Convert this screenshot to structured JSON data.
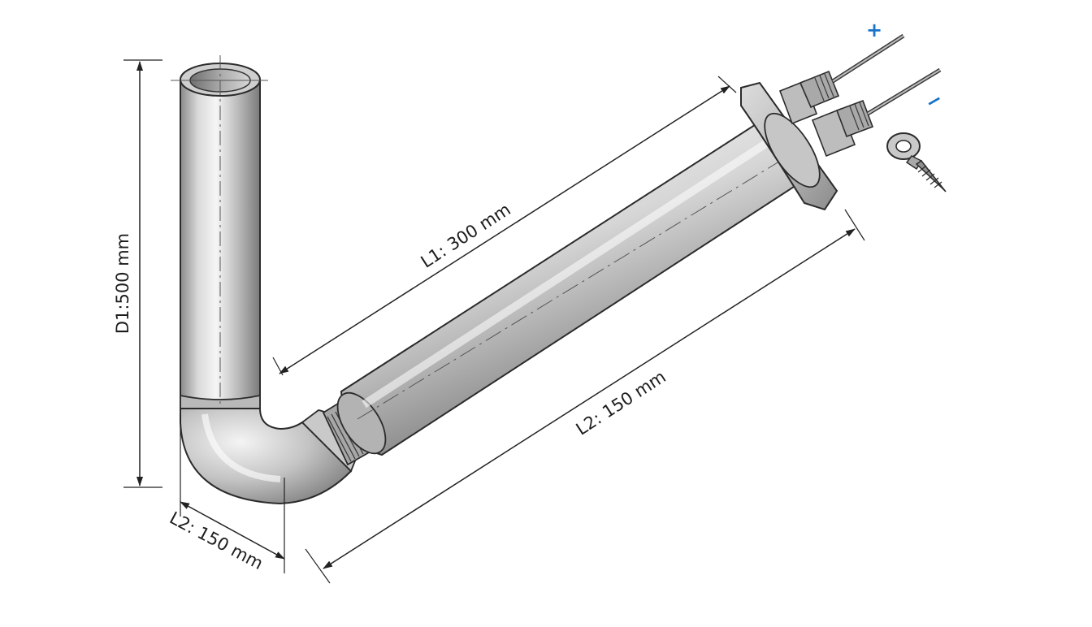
{
  "dimensions": {
    "d1": "D1:500 mm",
    "l1": "L1: 300 mm",
    "l2_long": "L2: 150 mm",
    "l2_short": "L2: 150 mm"
  },
  "terminals": {
    "positive": "+",
    "negative": "−"
  },
  "colors": {
    "terminal_label": "#1a73c8",
    "dimension_line": "#222222",
    "steel_light": "#f2f2f2",
    "steel_mid": "#b8b8b8",
    "steel_dark": "#7d7d7d"
  },
  "icons": {
    "ring_terminal": "ring-terminal-screw-icon"
  }
}
